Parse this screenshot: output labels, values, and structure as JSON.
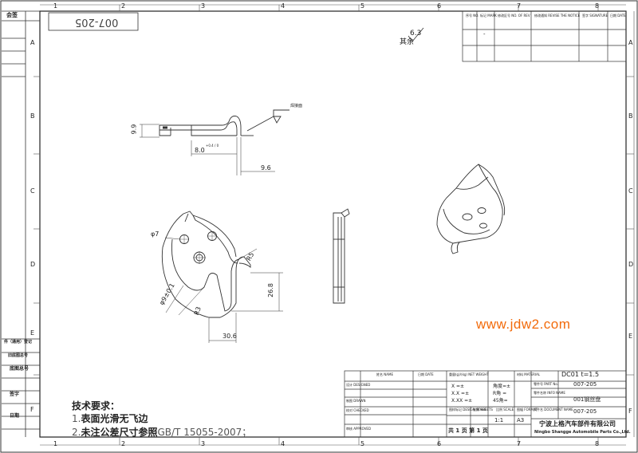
{
  "border": {
    "col_labels_top": [
      "1",
      "2",
      "3",
      "4",
      "5",
      "6",
      "7",
      "8"
    ],
    "col_labels_bottom": [
      "1",
      "2",
      "3",
      "4",
      "5",
      "6",
      "7",
      "8"
    ],
    "row_labels_left": [
      "A",
      "B",
      "C",
      "D",
      "E",
      "F"
    ],
    "row_labels_right": [
      "A",
      "B",
      "C",
      "D",
      "E",
      "F"
    ]
  },
  "left_strip": {
    "top_label": "会签",
    "fields": [
      "件（通用）登记",
      "旧底图总号",
      "底图总号",
      "签字",
      "日期"
    ]
  },
  "drawing_no_box": "007-205",
  "roughness": {
    "value": "6.3",
    "rest_label": "其余"
  },
  "weld_note": "焊接面",
  "dimensions": {
    "d_9_9": "9.9",
    "d_8_0": "8.0",
    "d_8_0_tol": "+0.4 / 0",
    "d_9_6": "9.6",
    "d_phi7": "φ7",
    "d_r5": "R5",
    "d_26_8": "26.8",
    "d_phi9": "φ9±0.1",
    "d_r3": "R3",
    "d_30_6": "30.6"
  },
  "revision_table": {
    "headers": [
      "序号 NO.",
      "标记 MARK",
      "修改区号 NO. OF REV",
      "修改通知 REVISE THE NOTICE",
      "签字 SIGNATURE",
      "日期 DATE"
    ],
    "rows": [
      [
        "",
        "-",
        "",
        "",
        "",
        ""
      ]
    ]
  },
  "watermark": "www.jdw2.com",
  "tech_requirements": {
    "title": "技术要求：",
    "items": [
      {
        "num": "1.",
        "text": "表面光滑无飞边",
        "suffix": ""
      },
      {
        "num": "2.",
        "text": "未注公差尺寸参照",
        "suffix": "GB/T 15055-2007；"
      }
    ]
  },
  "title_block": {
    "name_header": "姓名 NAME",
    "date_header": "日期 DATE",
    "weight_header": "重量(g)/(kg) NET WEIGHT",
    "material_header": "材料 MATERIAL",
    "material_value": "DC01 t=1.5",
    "part_no_label": "零件号 PART No.",
    "part_no_value": "007-205",
    "part_name_label": "零件名称 INFO NAME",
    "part_name_value": "001钢丝盘",
    "doc_no_label": "文件名 DOCUMENT NAME",
    "doc_no_value": "007-205",
    "roles": [
      "设计 DESIGNED",
      "制图 DRAWN",
      "校对 CHECKED",
      "审核 APPROVED"
    ],
    "tolerance_lines": [
      "X    =±",
      "X.X  =±",
      "X.XX =±"
    ],
    "angle_lines": [
      "角度=±",
      "R角 =",
      "45角="
    ],
    "stage_label": "图样标记 DESIGN STAGE",
    "sheet_label": "张数 SHEETS",
    "scale_label": "比例 SCALE",
    "format_label": "图幅 FORMAT",
    "scale_value": "1:1",
    "format_value": "A3",
    "sheets_text": "共 1 页  第 1 页",
    "company_cn": "宁波上格汽车部件有限公司",
    "company_en": "Ningbo Shangge Automobile Parts Co.,Ltd."
  }
}
